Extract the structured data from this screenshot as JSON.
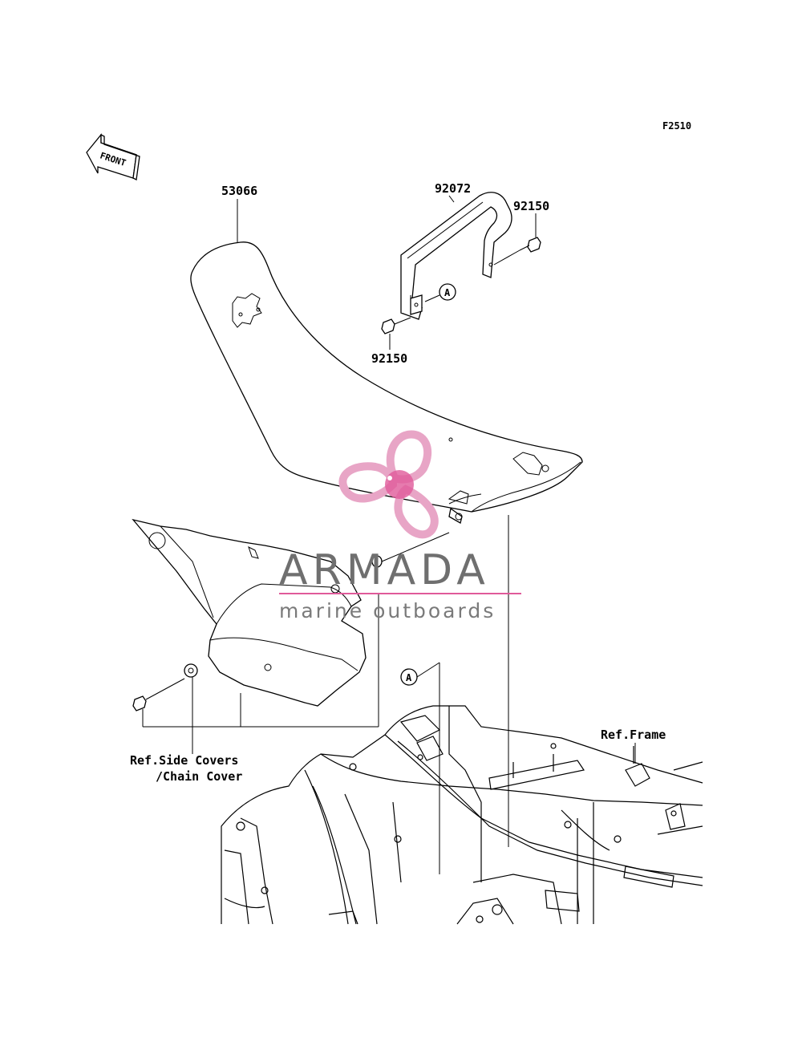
{
  "diagram_code": "F2510",
  "front_label": "FRONT",
  "callouts": [
    {
      "id": "seat",
      "label": "53066"
    },
    {
      "id": "grab-bar",
      "label": "92072"
    },
    {
      "id": "bolt-right",
      "label": "92150"
    },
    {
      "id": "bolt-left",
      "label": "92150"
    }
  ],
  "marker_upper": "A",
  "marker_lower": "A",
  "ref_side_covers_line1": "Ref.Side Covers",
  "ref_side_covers_line2": "/Chain Cover",
  "ref_frame": "Ref.Frame",
  "watermark": {
    "title": "ARMADA",
    "subtitle": "marine outboards",
    "color": "#e05a9a"
  }
}
